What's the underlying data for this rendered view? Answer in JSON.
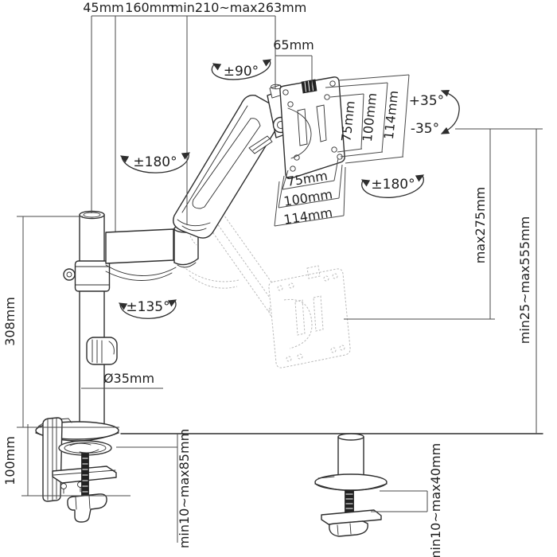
{
  "canvas": {
    "background": "#ffffff",
    "line_color": "#2e2e2e",
    "dim_line_color": "#4a4a4a",
    "ghost_color": "#b9b9b9",
    "text_color": "#1f1f1f"
  },
  "dimensions": {
    "top": {
      "pole_offset": "45mm",
      "link_arm": "160mm",
      "spring_arm_reach": "min210~max263mm",
      "head_offset": "65mm"
    },
    "left": {
      "pole_height": "308mm",
      "clamp_height": "100mm",
      "pole_diameter": "Ø35mm"
    },
    "right": {
      "arm_lift": "max275mm",
      "height_range": "min25~max555mm"
    },
    "bottom": {
      "clamp_thickness_range": "min10~max85mm",
      "grommet_thickness_range": "min10~max40mm"
    },
    "vesa_vertical": {
      "v75": "75mm",
      "v100": "100mm",
      "v114": "114mm"
    },
    "vesa_horizontal": {
      "h75": "75mm",
      "h100": "100mm",
      "h114": "114mm"
    }
  },
  "rotations": {
    "head_swivel": "±90°",
    "arm_rotation": "±180°",
    "elbow_tilt": "±135°",
    "vesa_rotation": "±180°",
    "tilt_up": "+35°",
    "tilt_down": "-35°"
  }
}
